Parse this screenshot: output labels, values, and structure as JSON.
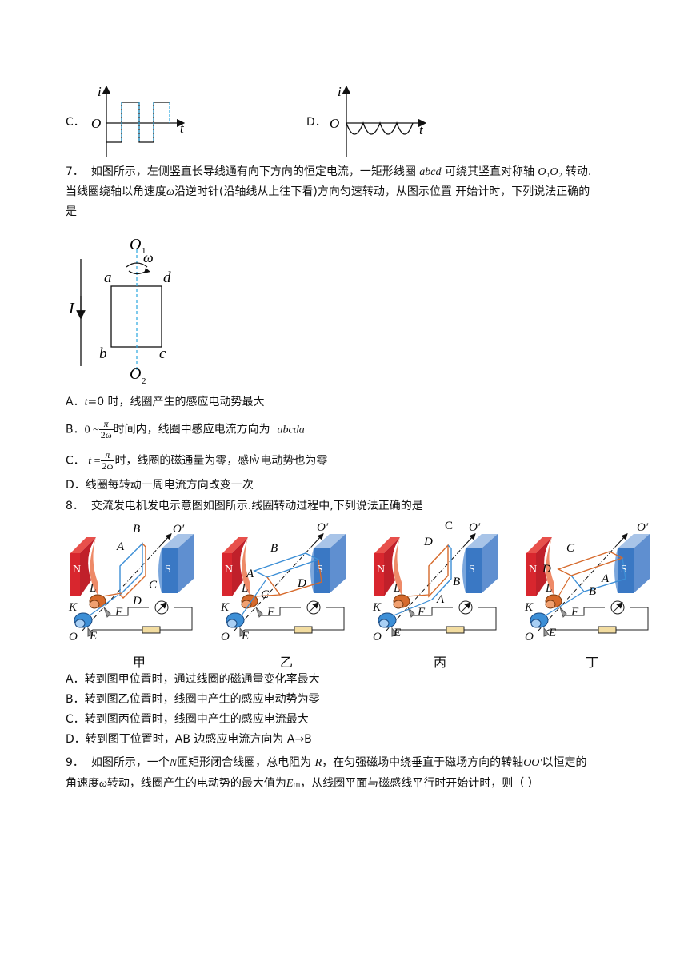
{
  "q6": {
    "optC_label": "C．",
    "optD_label": "D．",
    "axis_i": "i",
    "axis_t": "t",
    "axis_O": "O"
  },
  "q7": {
    "number": "7．",
    "text1": "如图所示，左侧竖直长导线通有向下方向的恒定电流，一矩形线圈",
    "coil": "abcd",
    "text2": "可绕其竖直对称轴",
    "axis_name": "O₁O₂",
    "text3": "转动.",
    "line2a": "当线圈绕轴以角速度",
    "omega": "ω",
    "line2b": "沿逆时针(沿轴线从上往下看)方向匀速转动，从图示位置 开始计时，下列说法正确的",
    "line3": "是",
    "figure": {
      "O1": "O",
      "O1_sub": "1",
      "O2": "O",
      "O2_sub": "2",
      "omega": "ω",
      "a": "a",
      "b": "b",
      "c": "c",
      "d": "d",
      "I": "I"
    },
    "optA": {
      "label": "A．",
      "t": "t",
      "eq": "=0 时，线圈产生的感应电动势最大"
    },
    "optB": {
      "label": "B．",
      "pre": "0 ~",
      "num": "π",
      "den": "2ω",
      "text": "时间内，线圈中感应电流方向为",
      "dir": "abcda"
    },
    "optC": {
      "label": "C．",
      "t": "t",
      "eq": " =",
      "num": "π",
      "den": "2ω",
      "text": "时，线圈的磁通量为零，感应电动势也为零"
    },
    "optD": {
      "label": "D．",
      "text": "线圈每转动一周电流方向改变一次"
    }
  },
  "q8": {
    "number": "8．",
    "text": "交流发电机发电示意图如图所示.线圈转动过程中,下列说法正确的是",
    "panels": [
      {
        "caption": "甲",
        "top": "B",
        "left": "A",
        "right": "C",
        "bottom": "D"
      },
      {
        "caption": "乙",
        "top": "B",
        "left": "A",
        "right": "D",
        "bottom": "C"
      },
      {
        "caption": "丙",
        "top": "C",
        "left": "D",
        "right": "B",
        "bottom": "A"
      },
      {
        "caption": "丁",
        "top": "C",
        "left": "D",
        "right": "A",
        "bottom": "B"
      }
    ],
    "labels": {
      "N": "N",
      "S": "S",
      "Op": "O′",
      "O": "O",
      "K": "K",
      "L": "L",
      "E": "E",
      "F": "F"
    },
    "optA": "A．转到图甲位置时，通过线圈的磁通量变化率最大",
    "optB": "B．转到图乙位置时，线圈中产生的感应电动势为零",
    "optC": "C．转到图丙位置时，线圈中产生的感应电流最大",
    "optD": "D．转到图丁位置时，AB 边感应电流方向为 A→B"
  },
  "q9": {
    "number": "9．",
    "t1": "如图所示，一个",
    "N": "N",
    "t2": "匝矩形闭合线圈，总电阻为",
    "R": "R",
    "t3": "，在匀强磁场中绕垂直于磁场方向的转轴",
    "axis": "OO′",
    "t4": "以恒定的",
    "line2a": "角速度",
    "omega": "ω",
    "line2b": "转动，线圈产生的电动势的最大值为",
    "Em": "E",
    "Em_sub": "m",
    "line2c": "，从线圈平面与磁感线平行时开始计时，则（        ）"
  },
  "colors": {
    "dashed_blue": "#2aa7e0",
    "magnet_red": "#d8262e",
    "magnet_blue": "#3a78c4",
    "coil_blue": "#3d8fd6",
    "coil_orange": "#d66a2c"
  }
}
